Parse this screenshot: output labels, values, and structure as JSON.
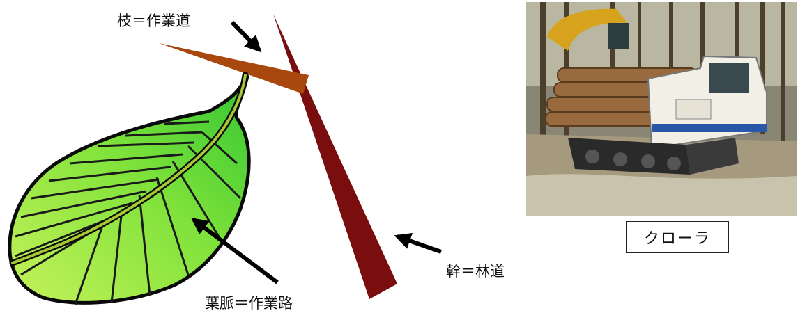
{
  "labels": {
    "branch": "枝＝作業道",
    "trunk": "幹＝林道",
    "vein": "葉脈＝作業路"
  },
  "photo": {
    "caption": "クローラ",
    "subject": "crawler carrier loaded with logs in a cedar forest"
  },
  "colors": {
    "trunk": "#7a0d0d",
    "branch": "#a8470e",
    "leaf_light": "#b4ef4a",
    "leaf_dark": "#2ebf2e",
    "vein": "#a6c832"
  }
}
